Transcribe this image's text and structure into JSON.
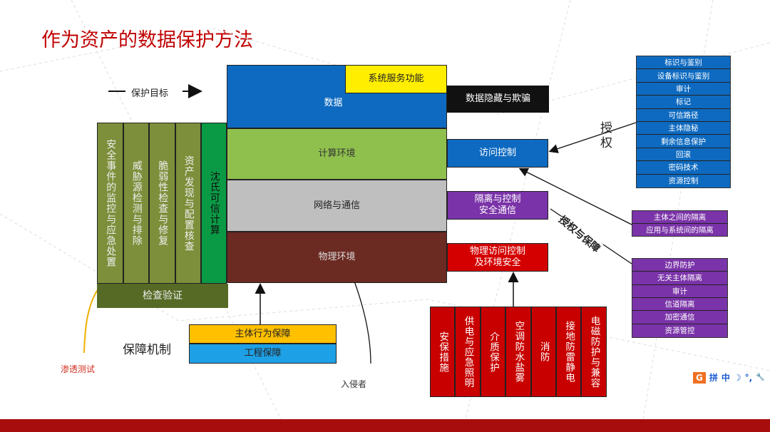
{
  "title": "作为资产的数据保护方法",
  "protect_target": "保护目标",
  "layers": {
    "data": "数据",
    "compute": "计算环境",
    "network": "网络与通信",
    "physical": "物理环境"
  },
  "system_service": "系统服务功能",
  "data_hiding": "数据隐藏与欺骗",
  "access_control": "访问控制",
  "isolation": [
    "隔离与控制",
    "安全通信"
  ],
  "physical_access": [
    "物理访问控制",
    "及环境安全"
  ],
  "left_columns": [
    "安全事件的监控与应急处置",
    "威胁源检测与排除",
    "脆弱性检查与修复",
    "资产发现与配置核查"
  ],
  "trusted_computing": "沈氏可信计算",
  "inspection": "检查验证",
  "assurance_mechanism": "保障机制",
  "subject_behavior": "主体行为保障",
  "engineering": "工程保障",
  "physical_columns": [
    "安保措施",
    "供电与应急照明",
    "介质保护",
    "空调防水盐雾",
    "消防",
    "接地防雷静电",
    "电磁防护与兼容"
  ],
  "auth_list": [
    "标识与鉴别",
    "设备标识与鉴别",
    "审计",
    "标记",
    "可信路径",
    "主体隐秘",
    "剩余信息保护",
    "回滚",
    "密码技术",
    "资源控制"
  ],
  "isolation_list": [
    "主体之间的隔离",
    "应用与系统间的隔离"
  ],
  "comm_list": [
    "边界防护",
    "无关主体隔离",
    "审计",
    "信道隔离",
    "加密通信",
    "资源管控"
  ],
  "authorization": "授权",
  "auth_assurance": "授权与保障",
  "pen_test": "渗透测试",
  "intruder": "入侵者",
  "ime": {
    "logo": "G",
    "items": [
      "拼",
      "中",
      "☽",
      "°,",
      "🔧"
    ]
  }
}
